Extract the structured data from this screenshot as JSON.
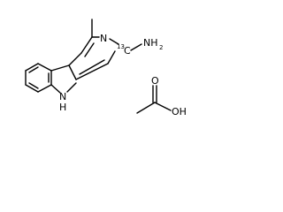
{
  "molecule_1": {
    "labels": {
      "ring_nitrogen": "N",
      "isotope_mass": "13",
      "isotope_carbon": "C",
      "amine_group": "NH",
      "amine_subscript": "2",
      "indole_nitrogen": "N",
      "indole_hydrogen": "H"
    }
  },
  "molecule_2": {
    "labels": {
      "carbonyl_oxygen": "O",
      "hydroxyl_group": "OH"
    }
  }
}
